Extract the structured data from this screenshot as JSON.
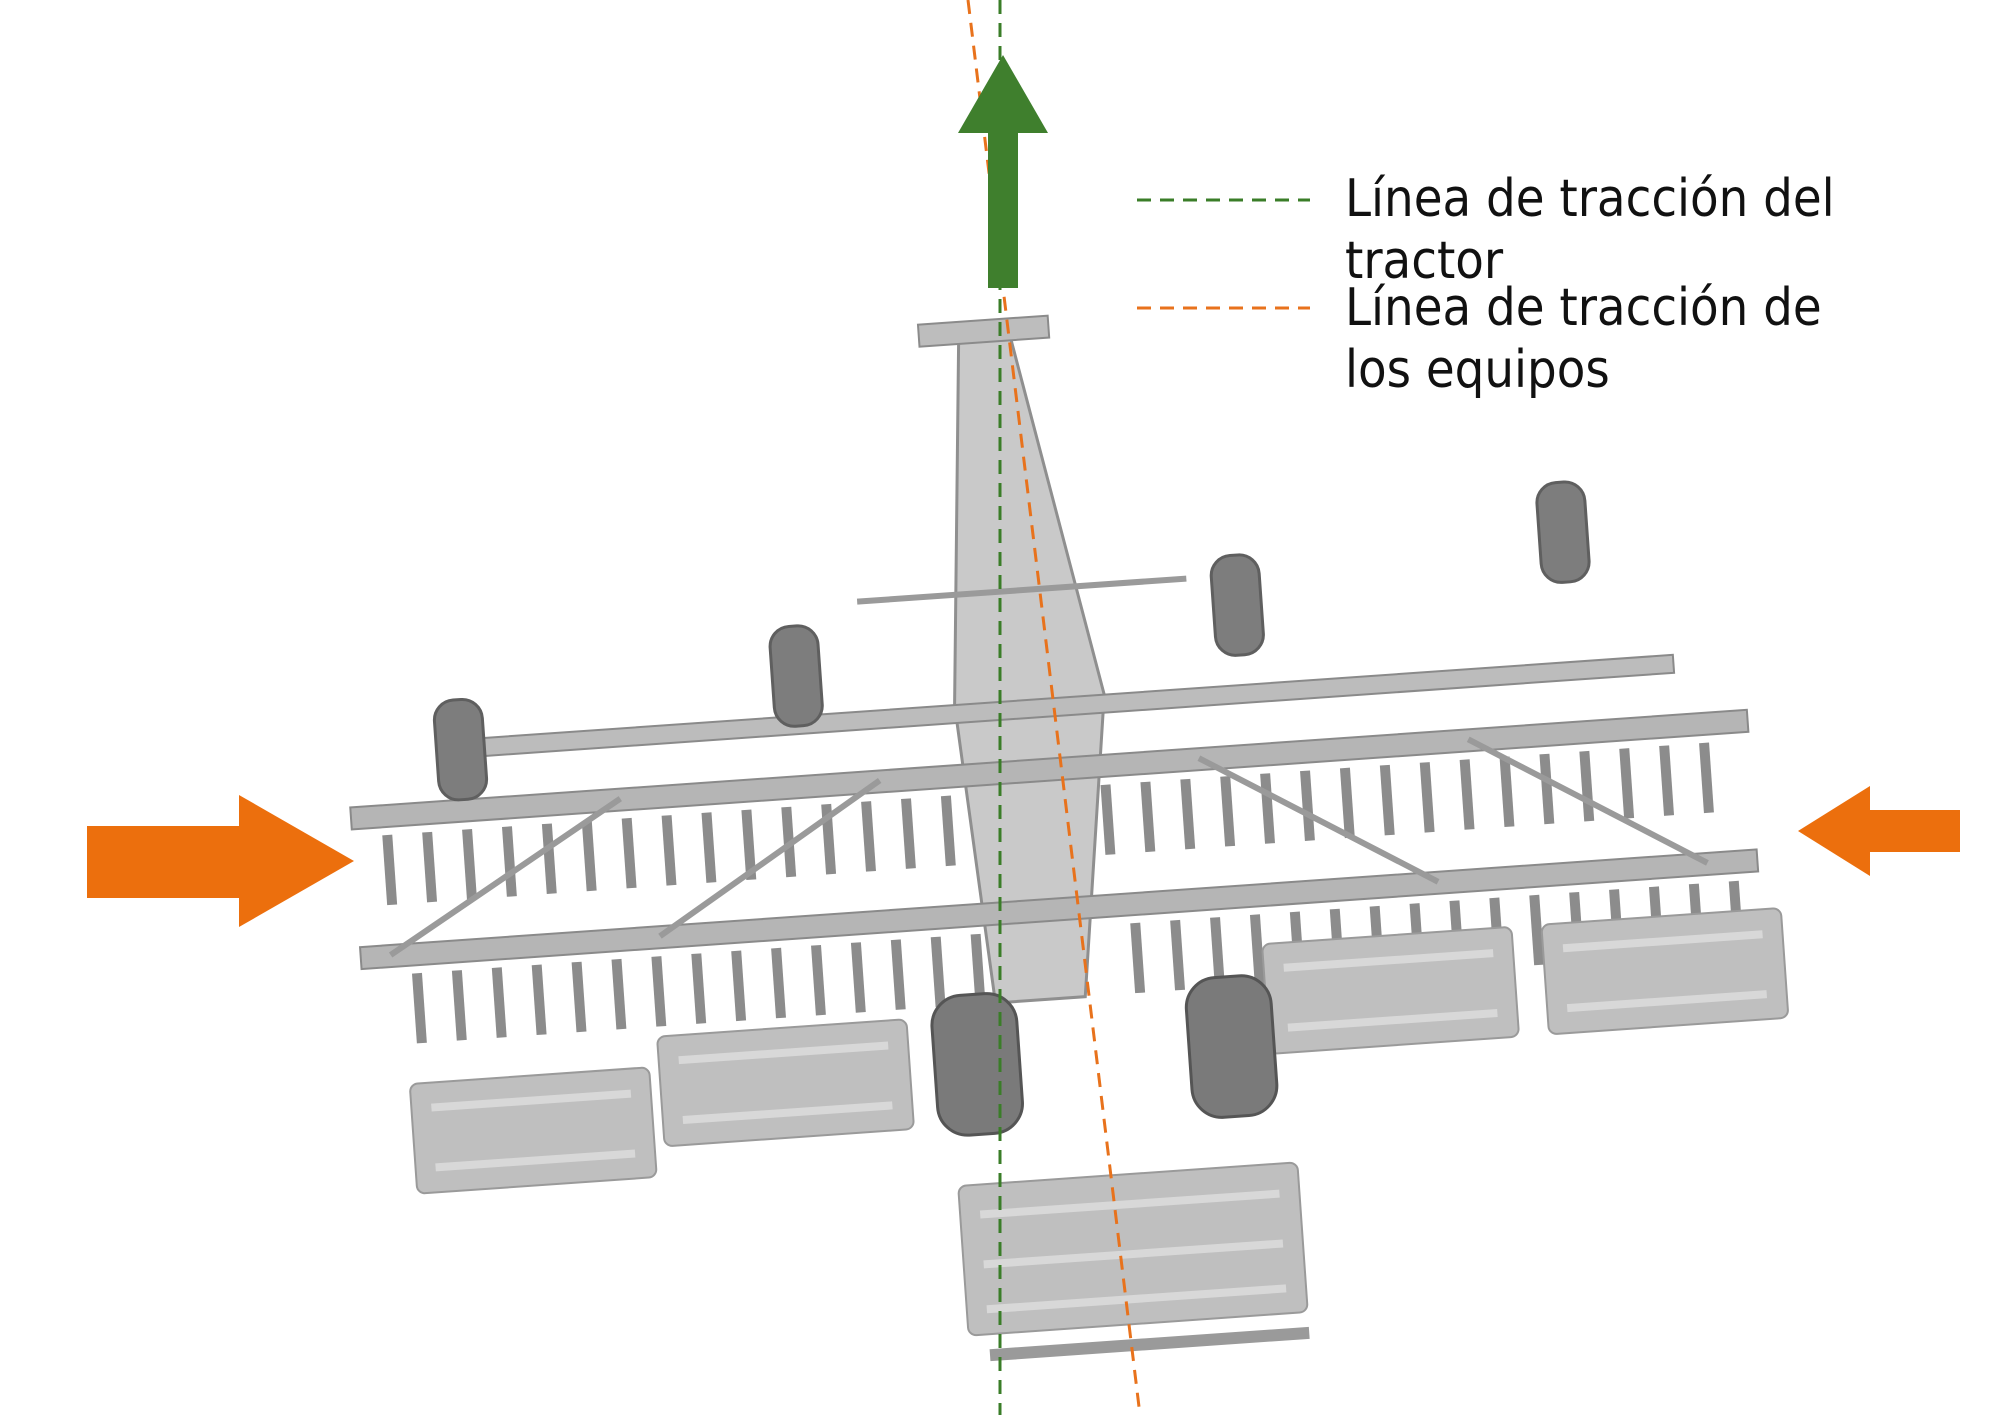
{
  "legend": {
    "tractor_line": {
      "label": "Línea de tracción del tractor",
      "color": "#3a7d28"
    },
    "implement_line": {
      "label": "Línea de tracción de\nlos equipos",
      "color": "#e8721c"
    }
  },
  "arrows": {
    "forward": {
      "color": "#3f7f2d",
      "icon": "arrow-up-icon"
    },
    "side_forces": {
      "color": "#ec6f0d",
      "icons": [
        "arrow-right-icon",
        "arrow-left-icon"
      ]
    }
  },
  "machine": {
    "name": "cultivator-implement-illustration",
    "color": "#a7a7a7"
  }
}
